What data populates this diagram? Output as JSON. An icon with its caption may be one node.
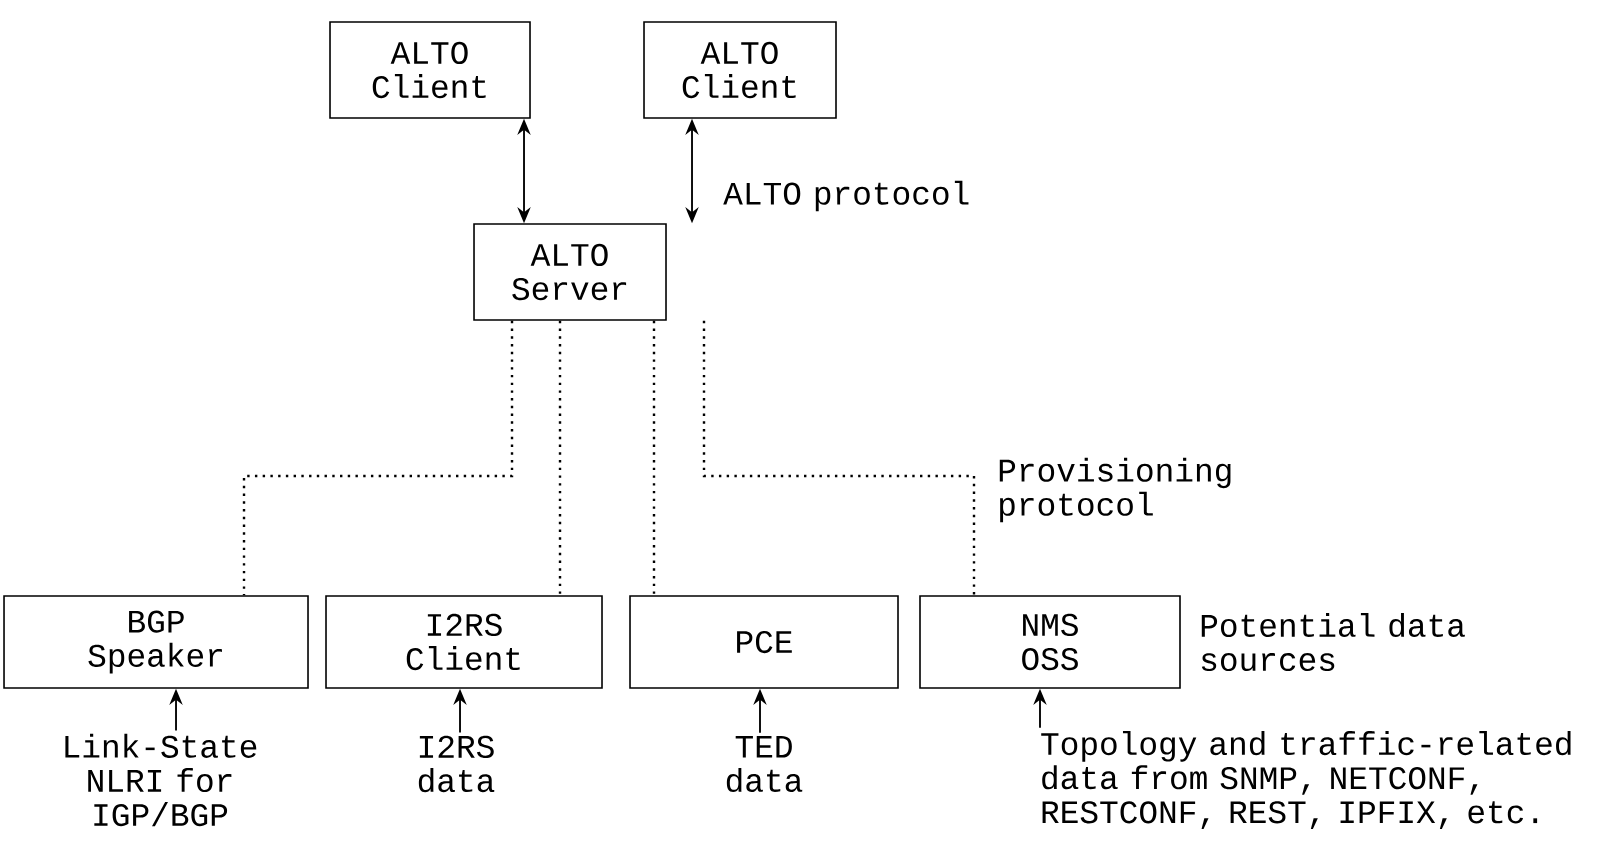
{
  "diagram": {
    "nodes": [
      {
        "text": [
          "ALTO Client"
        ]
      },
      {
        "text": [
          "ALTO Client"
        ]
      },
      {
        "text": [
          "ALTO Server"
        ]
      },
      {
        "text": [
          "BGP Speaker"
        ]
      },
      {
        "text": [
          "I2RS Client"
        ]
      },
      {
        "text": [
          "PCE"
        ]
      },
      {
        "text": [
          "NMS OSS"
        ]
      },
      {
        "text": [
          "Link-State NLRI for IGP/BGP"
        ]
      },
      {
        "text": [
          "I2RS data"
        ]
      },
      {
        "text": [
          "TED data"
        ]
      },
      {
        "text": [
          "Topology and traffic-related data from SNMP, NETCONF, RESTCONF, REST, IPFIX, etc."
        ]
      }
    ],
    "edges": [
      {
        "from": 0,
        "to": 2,
        "arrow": "both"
      },
      {
        "from": 1,
        "to": 2,
        "arrow": "both",
        "label": "ALTO protocol"
      },
      {
        "from": 2,
        "to": 3,
        "arrow": "none",
        "style": "dashed"
      },
      {
        "from": 2,
        "to": 4,
        "arrow": "none",
        "style": "dashed"
      },
      {
        "from": 2,
        "to": 5,
        "arrow": "none",
        "style": "dashed"
      },
      {
        "from": 2,
        "to": 6,
        "arrow": "none",
        "style": "dashed",
        "label": "Provisioning protocol"
      },
      {
        "from": 7,
        "to": 3,
        "arrow": "to"
      },
      {
        "from": 8,
        "to": 4,
        "arrow": "to"
      },
      {
        "from": 9,
        "to": 5,
        "arrow": "to"
      },
      {
        "from": 10,
        "to": 6,
        "arrow": "to"
      }
    ],
    "labels": [
      "Potential data sources"
    ]
  }
}
